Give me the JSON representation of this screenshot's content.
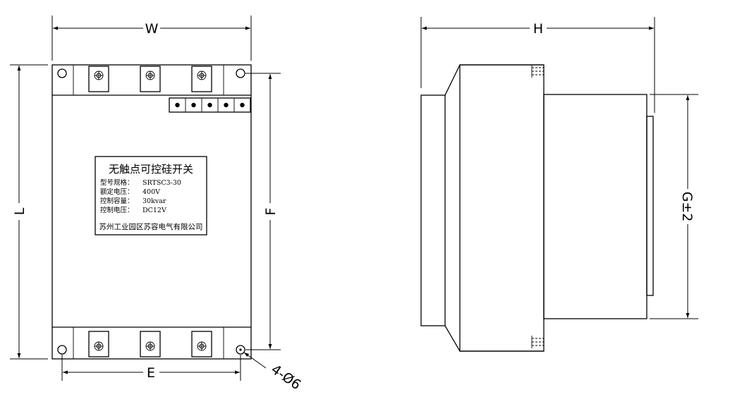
{
  "front_view": {
    "dim_width": "W",
    "dim_length": "L",
    "dim_mount_length": "F",
    "dim_mount_width": "E",
    "hole_note": "4-Ø6",
    "nameplate": {
      "title": "无触点可控硅开关",
      "rows": [
        {
          "label": "型号规格：",
          "value": "SRTSC3-30"
        },
        {
          "label": "额定电压：",
          "value": "400V"
        },
        {
          "label": "控制容量：",
          "value": "30kvar"
        },
        {
          "label": "控制电压：",
          "value": "DC12V"
        }
      ],
      "maker": "苏州工业园区苏容电气有限公司"
    }
  },
  "side_view": {
    "dim_height": "H",
    "dim_depth": "G±2"
  }
}
